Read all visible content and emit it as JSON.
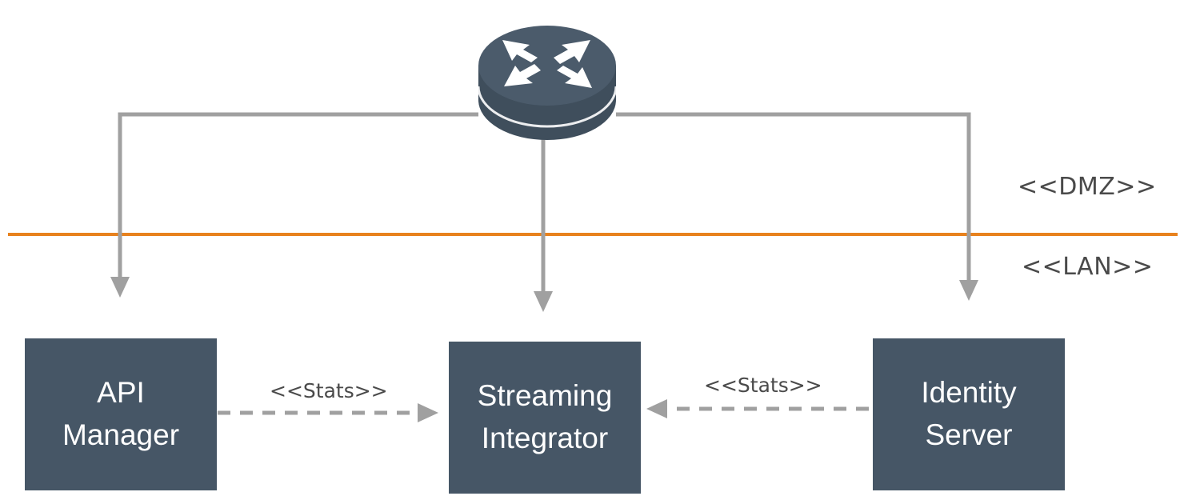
{
  "diagram": {
    "zones": {
      "dmz": "<<DMZ>>",
      "lan": "<<LAN>>"
    },
    "nodes": {
      "api_manager": {
        "line1": "API",
        "line2": "Manager"
      },
      "streaming_integrator": {
        "line1": "Streaming",
        "line2": "Integrator"
      },
      "identity_server": {
        "line1": "Identity",
        "line2": "Server"
      }
    },
    "edges": {
      "api_to_si": "<<Stats>>",
      "is_to_si": "<<Stats>>"
    },
    "icons": {
      "router": "router-icon"
    },
    "colors": {
      "node_fill": "#465666",
      "connector": "#a0a0a0",
      "boundary": "#e8821e",
      "router_top": "#4b5b6b",
      "router_side": "#3f4e5c"
    }
  }
}
